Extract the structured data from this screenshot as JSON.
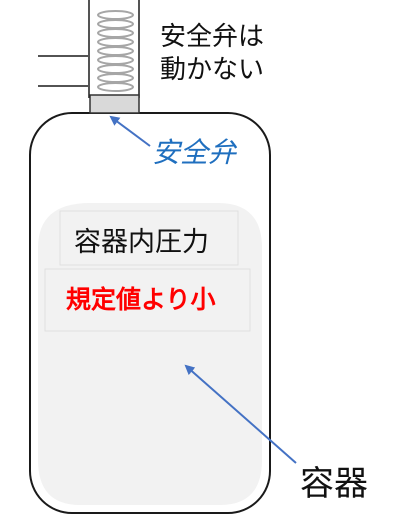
{
  "labels": {
    "valve_note_line1": "安全弁は",
    "valve_note_line2": "動かない",
    "safety_valve": "安全弁",
    "internal_pressure": "容器内圧力",
    "pressure_condition": "規定値より小",
    "container": "容器"
  },
  "colors": {
    "container_outline": "#1a1a1a",
    "container_fill": "#ffffff",
    "pressure_region_fill": "#f2f2f2",
    "valve_fill": "#d9d9d9",
    "valve_outline": "#333333",
    "spring": "#a6a6a6",
    "arrow": "#4472c4",
    "safety_valve_label": "#1f6fbf",
    "condition_text": "#ff0000"
  },
  "valve_state": "closed"
}
